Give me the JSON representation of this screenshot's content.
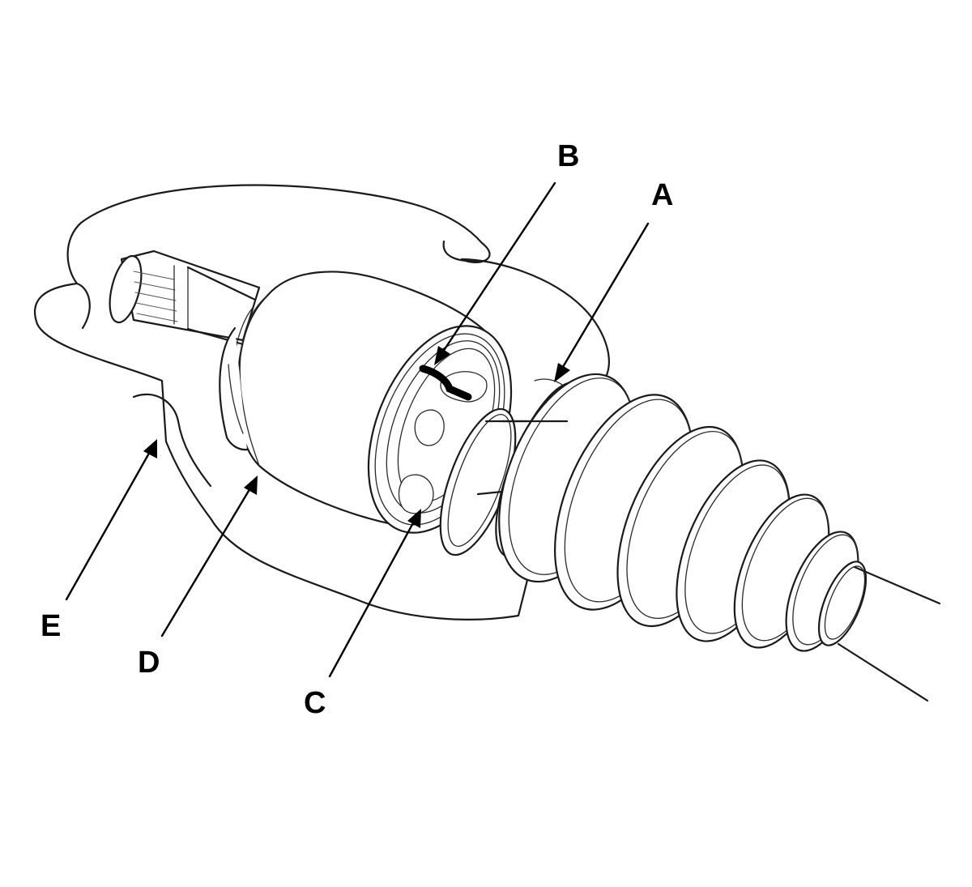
{
  "diagram": {
    "callouts": [
      {
        "id": "A",
        "label": "A"
      },
      {
        "id": "B",
        "label": "B"
      },
      {
        "id": "C",
        "label": "C"
      },
      {
        "id": "D",
        "label": "D"
      },
      {
        "id": "E",
        "label": "E"
      }
    ],
    "colors": {
      "line": "#1a1a1a",
      "background": "#ffffff",
      "mark": "#000000"
    }
  }
}
